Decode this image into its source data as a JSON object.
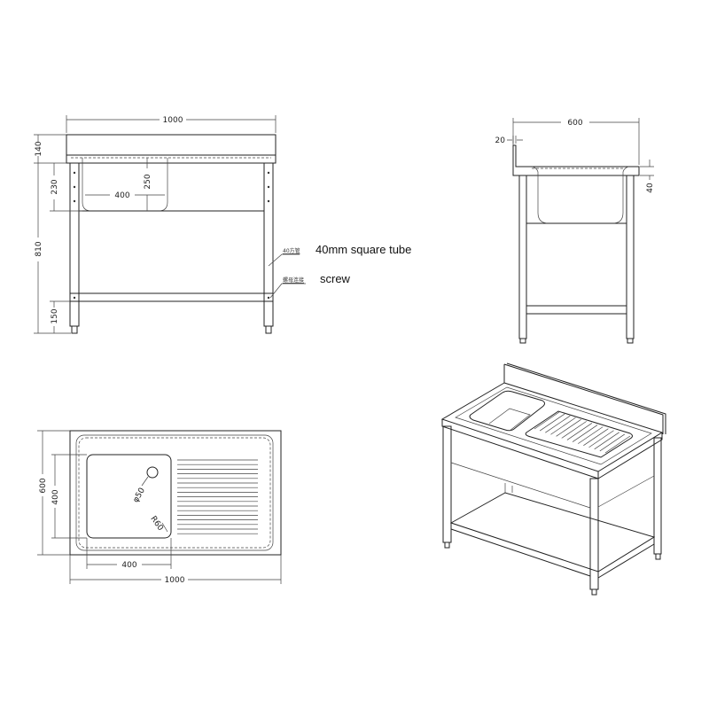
{
  "front_view": {
    "dims": {
      "width": "1000",
      "backsplash": "140",
      "height": "810",
      "bowl_depth_side": "230",
      "bowl_width": "400",
      "bowl_depth": "250",
      "shelf_height": "150"
    },
    "notes": [
      {
        "cn": "40方管",
        "en": "40mm square tube"
      },
      {
        "cn": "螺母连接",
        "en": "screw"
      }
    ]
  },
  "side_view": {
    "dims": {
      "depth": "600",
      "backsplash_thickness": "20",
      "top_thickness": "40"
    }
  },
  "plan_view": {
    "dims": {
      "depth": "600",
      "bowl_length": "400",
      "bowl_width": "400",
      "width": "1000",
      "drain": "φ50",
      "radius": "R60"
    }
  },
  "colors": {
    "line": "#222222",
    "background": "#ffffff"
  }
}
